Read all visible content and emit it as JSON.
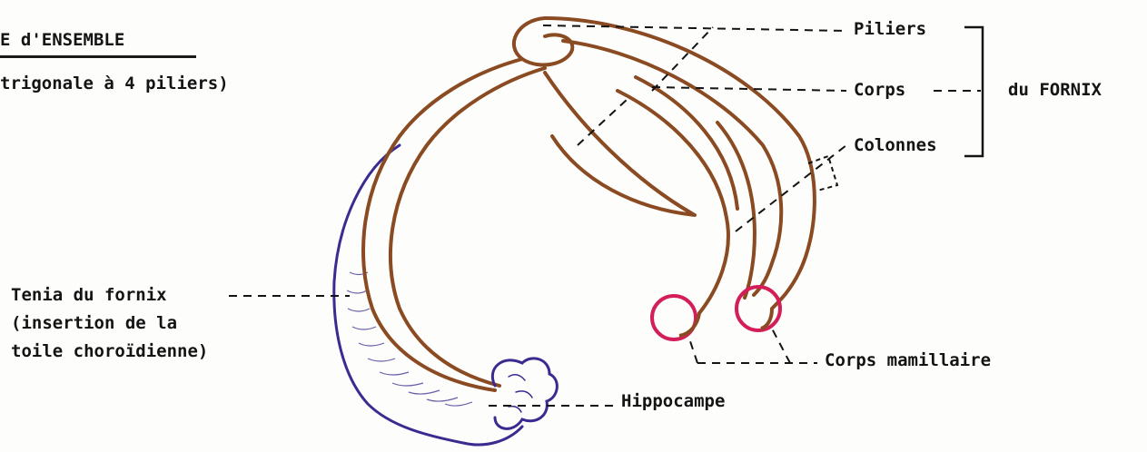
{
  "diagram": {
    "title": "E d'ENSEMBLE",
    "subtitle": "trigonale à 4 piliers)",
    "labels": {
      "piliers": "Piliers",
      "corps": "Corps",
      "colonnes": "Colonnes",
      "du_fornix": "du FORNIX",
      "tenia_line1": "Tenia du fornix",
      "tenia_line2": "(insertion de la",
      "tenia_line3": "toile choroïdienne)",
      "corps_mamillaire": "Corps mamillaire",
      "hippocampe": "Hippocampe"
    },
    "colors": {
      "fornix": "#8a4a22",
      "tenia": "#3b2a8f",
      "mamillary": "#d41e5a",
      "ink": "#141414"
    }
  }
}
